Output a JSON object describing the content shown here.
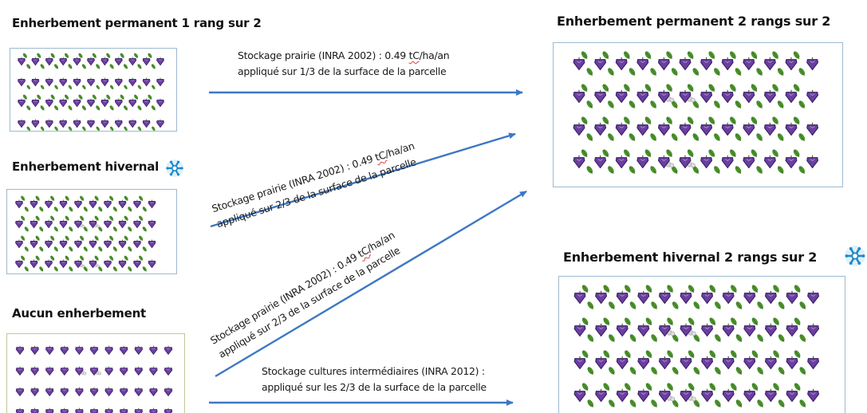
{
  "left": {
    "permanent_title": "Enherbement permanent 1 rang sur 2",
    "winter_title": "Enherbement hivernal",
    "none_title": "Aucun enherbement"
  },
  "right": {
    "permanent_title": "Enherbement permanent 2 rangs sur 2",
    "winter_title": "Enherbement hivernal 2 rangs sur 2"
  },
  "arrows": [
    {
      "line1": "Stockage prairie (INRA 2002) : 0.49 ",
      "unit": "tC",
      "line1_end": "/ha/an",
      "line2": "appliqué sur 1/3 de la surface de la parcelle"
    },
    {
      "line1": "Stockage prairie (INRA 2002) : 0.49 ",
      "unit": "tC",
      "line1_end": "/ha/an",
      "line2": "appliqué sur 2/3 de la surface de la parcelle"
    },
    {
      "line1": "Stockage prairie (INRA 2002) : 0.49 ",
      "unit": "tC",
      "line1_end": "/ha/an",
      "line2": "appliqué sur 2/3 de la surface de la parcelle"
    },
    {
      "line1": "Stockage cultures intermédiaires (INRA 2012) :",
      "line2": "appliqué sur les 2/3 de la surface de la parcelle"
    }
  ],
  "colors": {
    "grape": "#6b3fa0",
    "grape_dark": "#3b1f66",
    "leaf": "#4f9a2c",
    "stem": "#2e6b18",
    "arrow": "#3d78c4",
    "snowflake": "#1e88c9",
    "panel_border": "#9fb9cf"
  },
  "icons": [
    "grape-icon",
    "grass-leaf-icon",
    "snowflake-icon",
    "arrow-icon"
  ]
}
